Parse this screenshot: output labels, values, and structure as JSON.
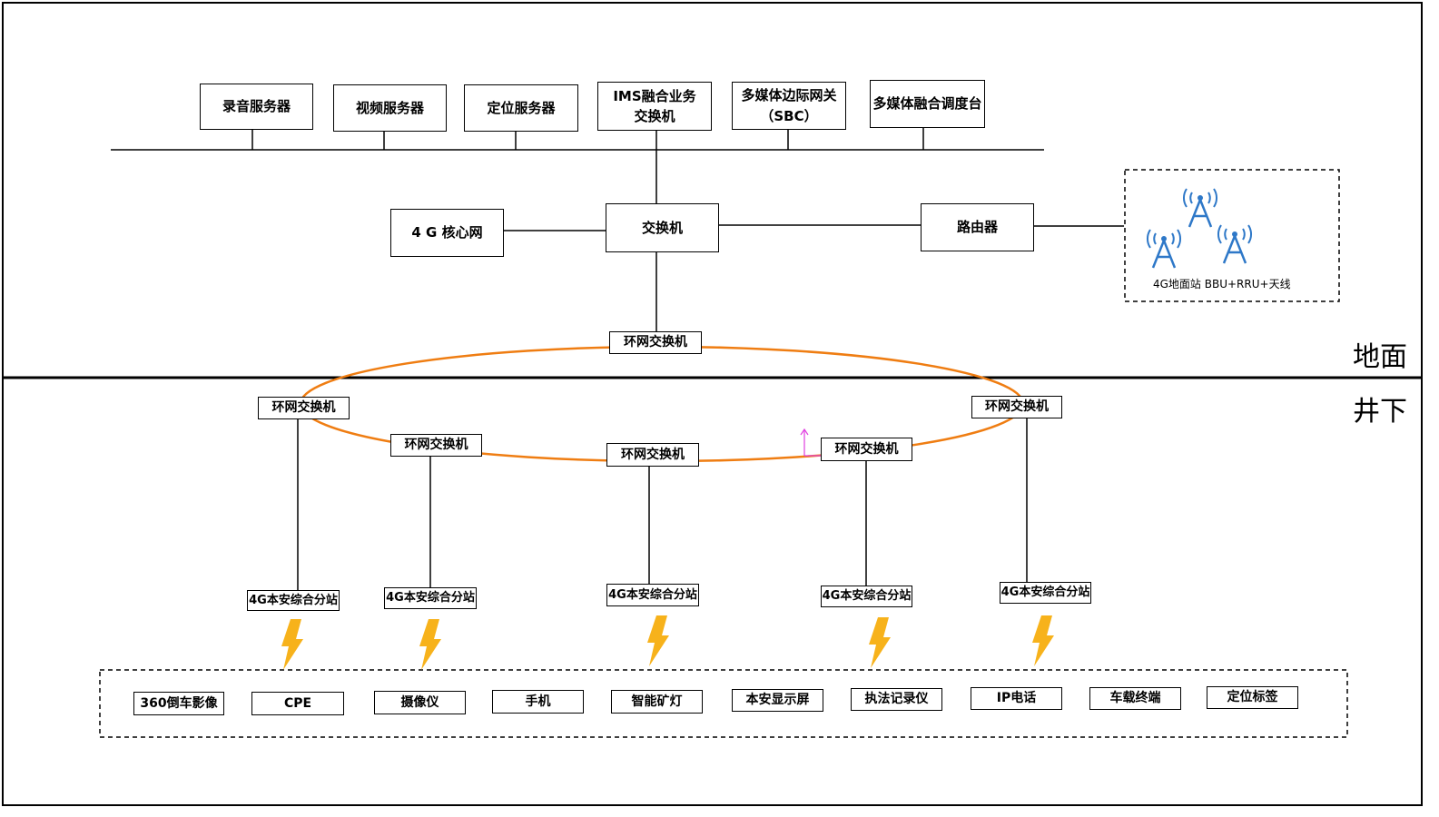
{
  "zones": {
    "surface": "地面",
    "underground": "井下"
  },
  "servers": [
    {
      "label": "录音服务器"
    },
    {
      "label": "视频服务器"
    },
    {
      "label": "定位服务器"
    },
    {
      "label": "IMS融合业务\n交换机"
    },
    {
      "label": "多媒体边际网关\n（SBC）"
    },
    {
      "label": "多媒体融合调度台"
    }
  ],
  "core_network": "4 G 核心网",
  "main_switch": "交换机",
  "router": "路由器",
  "base_station": {
    "label": "4G地面站 BBU+RRU+天线",
    "icon": "cell-tower-icon",
    "color": "#2e78c8"
  },
  "ring": {
    "color": "#ef7d12",
    "switches": [
      "环网交换机",
      "环网交换机",
      "环网交换机",
      "环网交换机",
      "环网交换机",
      "环网交换机"
    ]
  },
  "substations": [
    "4G本安综合分站",
    "4G本安综合分站",
    "4G本安综合分站",
    "4G本安综合分站",
    "4G本安综合分站"
  ],
  "wireless": {
    "icon": "lightning-icon",
    "color": "#f7b21b"
  },
  "terminals": [
    "360倒车影像",
    "CPE",
    "摄像仪",
    "手机",
    "智能矿灯",
    "本安显示屏",
    "执法记录仪",
    "IP电话",
    "车载终端",
    "定位标签"
  ]
}
